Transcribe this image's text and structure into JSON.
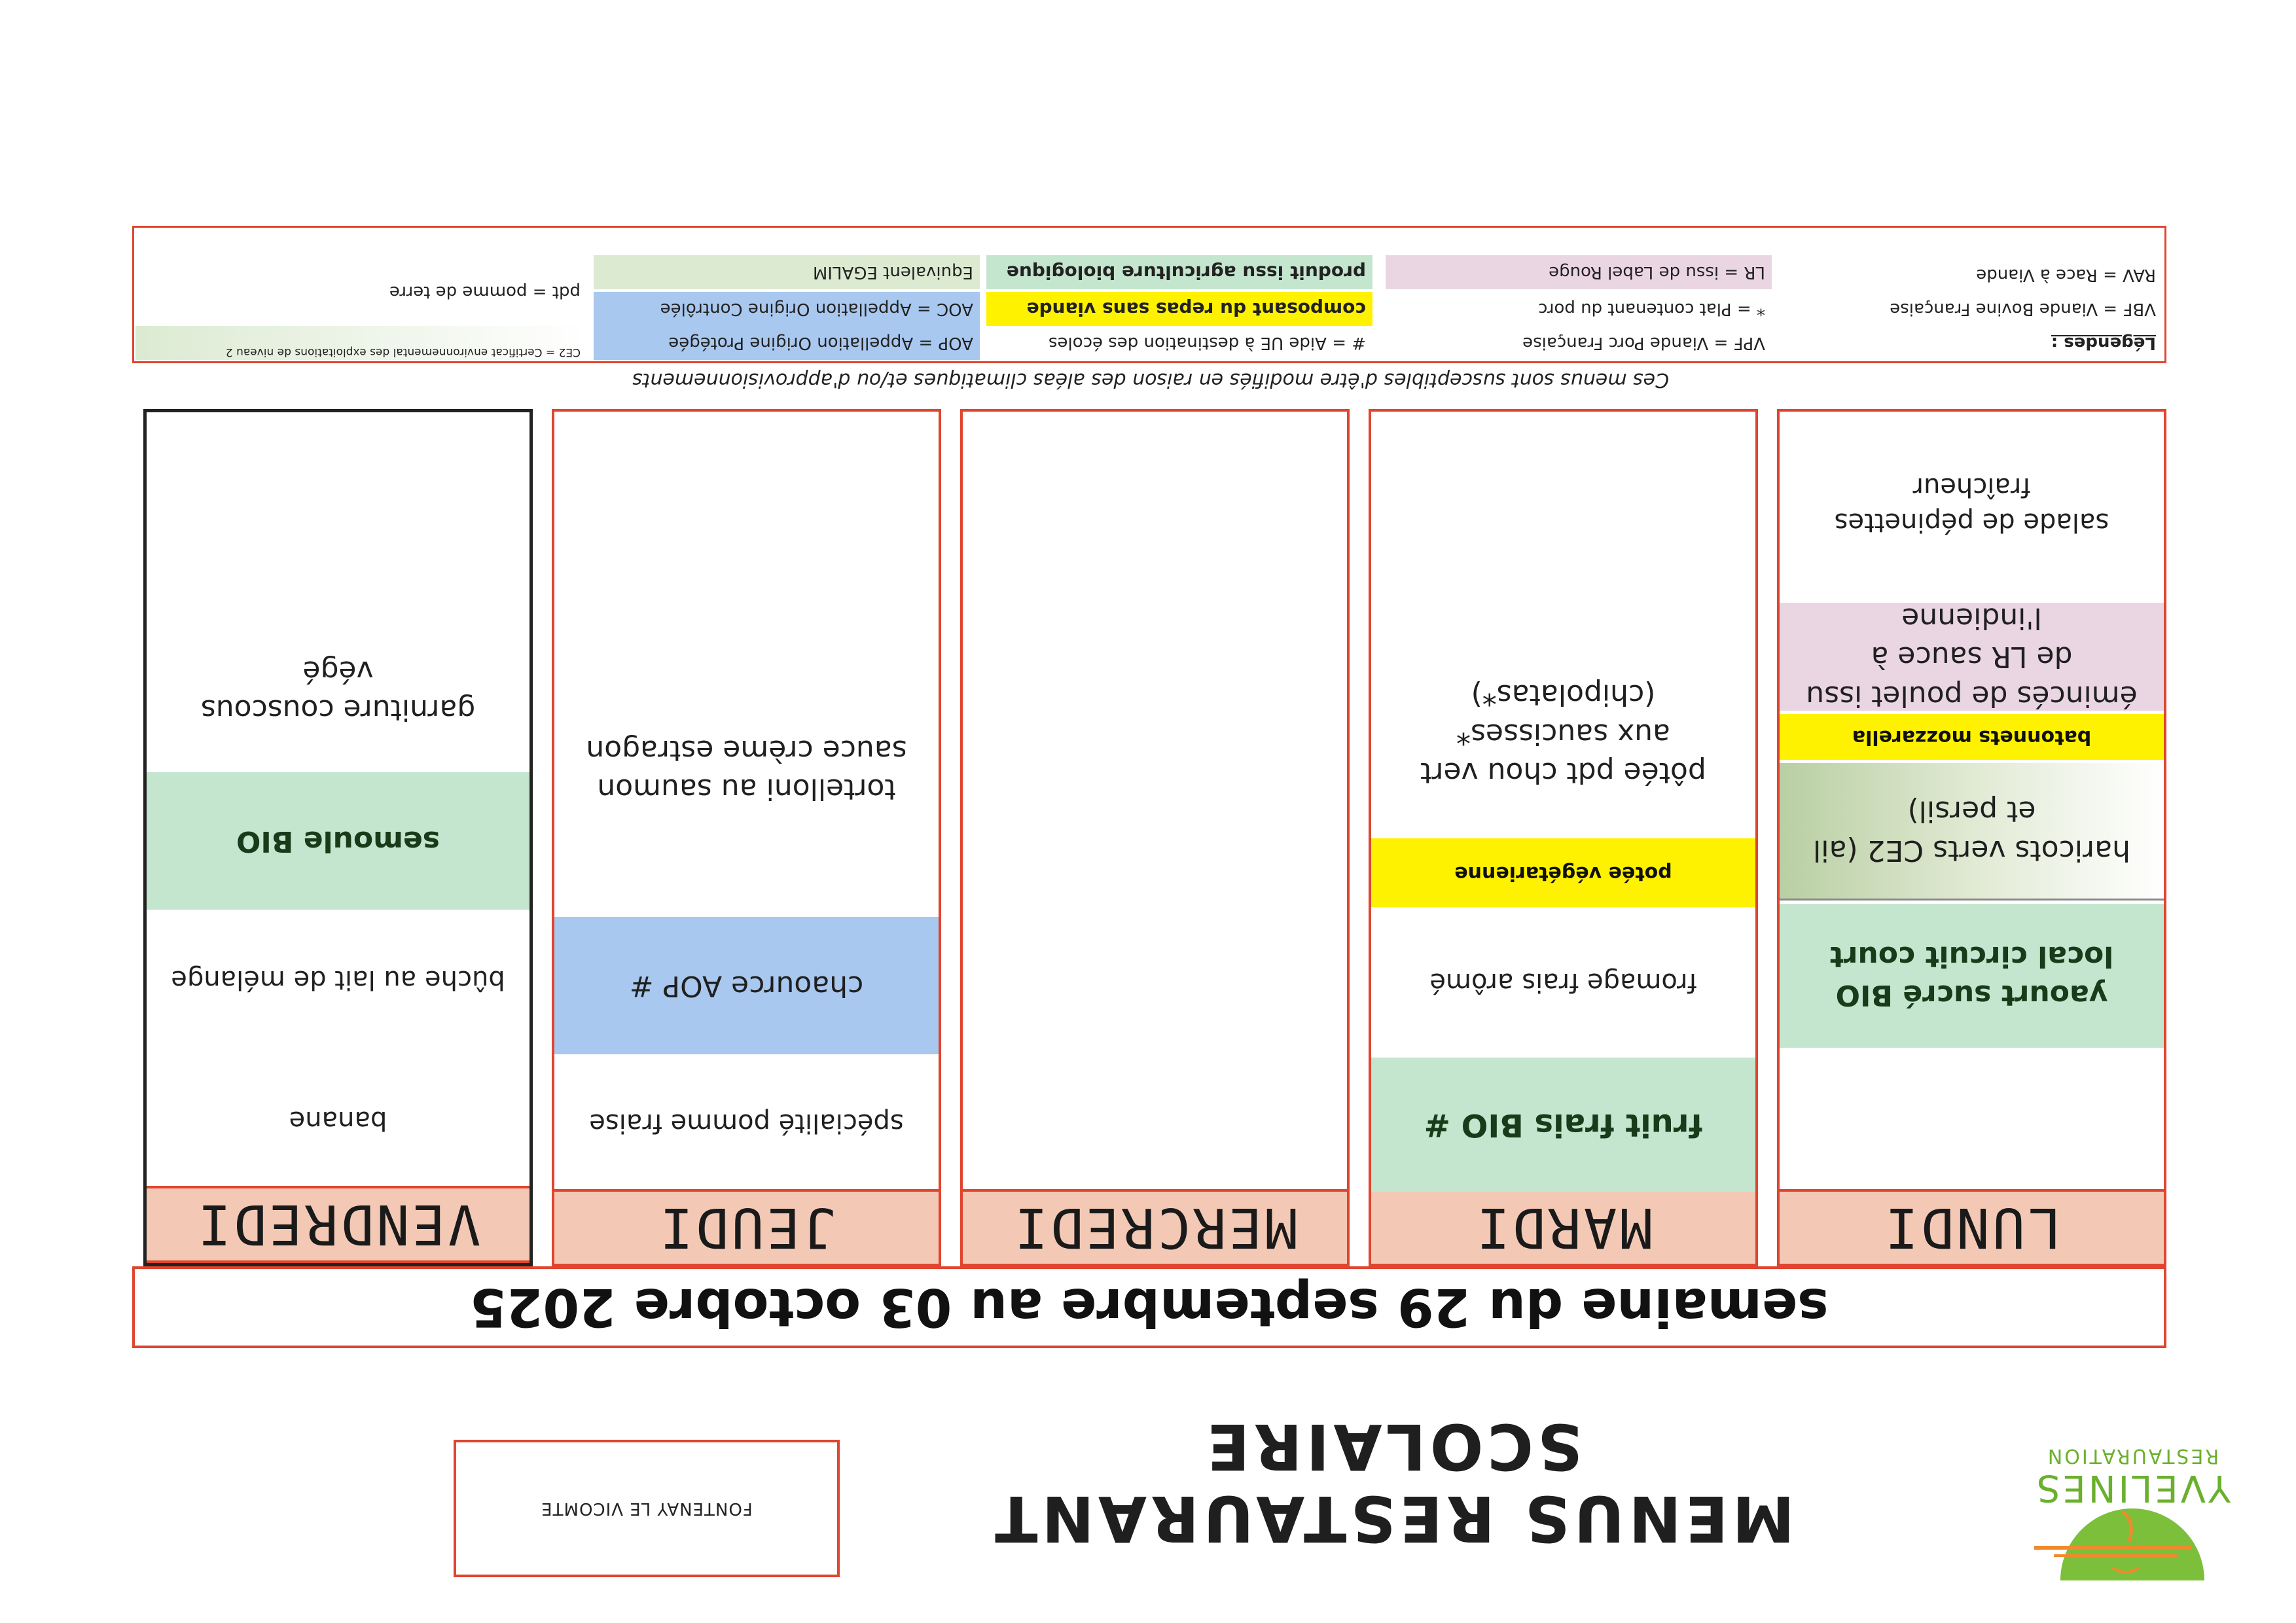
{
  "header": {
    "title": "MENUS RESTAURANT SCOLAIRE",
    "school": "FONTENAY LE VICOMTE",
    "logo_text": "YVELINES",
    "logo_subtext": "RESTAURATION"
  },
  "week": {
    "title": "semaine du 29 septembre au 03 octobre 2025"
  },
  "days": {
    "lundi": {
      "name": "LUNDI",
      "entree": "salade de pépinettes fraîcheur",
      "plat": "émincés de poulet issu de LR sauce à l'indienne",
      "plat_vege": "batonnets mozzarella",
      "garniture": "haricots verts CE2 (ail et persil)",
      "laitage": "yaourt sucré BIO local circuit court",
      "dessert": ""
    },
    "mardi": {
      "name": "MARDI",
      "entree": "",
      "plat": "pôtée pdt chou vert aux saucisses* (chipolatas*)",
      "plat_vege": "potée végétarienne",
      "laitage": "fromage frais arômé",
      "dessert": "fruit frais BIO #"
    },
    "mercredi": {
      "name": "MERCREDI"
    },
    "jeudi": {
      "name": "JEUDI",
      "plat": "tortelloni au saumon sauce crème estragon",
      "laitage": "chaource AOP #",
      "dessert": "spécialité pomme fraise"
    },
    "vendredi": {
      "name": "VENDREDI",
      "plat": "garniture couscous végé",
      "garniture": "semoule BIO",
      "laitage": "bûche au lait de mélange",
      "dessert": "banane"
    }
  },
  "note": "Ces menus sont susceptibles d'être modifiés en raison des aléas climatiques et/ou d'approvisionnements",
  "legend": {
    "title": "Légendes :",
    "vbf": "VBF = Viande Bovine Française",
    "rav": "RAV = Race à Viande",
    "vpf": "VPF = Viande Porc Française",
    "plat_porc": "* = Plat contenant du porc",
    "lr": "LR = issu de Label Rouge",
    "aide_ue": "# = Aide UE à destination des écoles",
    "sans_viande": "composant du repas sans viande",
    "bio": "produit issu agriculture biologique",
    "aop": "AOP = Appellation Origine Protégée",
    "aoc": "AOC = Appellation Origine Contrôlée",
    "egalim": "Equivalent EGALIM",
    "ce2": "CE2 = Certificat environnemental des exploitations de niveau 2",
    "pdt": "pdt = pomme de terre"
  },
  "colors": {
    "border": "#e0452f",
    "day_header": "#f3c9b5",
    "bio": "#c4e6cf",
    "aop": "#a9c8ef",
    "sans_viande": "#fff200",
    "label_rouge": "#ead6e3"
  }
}
